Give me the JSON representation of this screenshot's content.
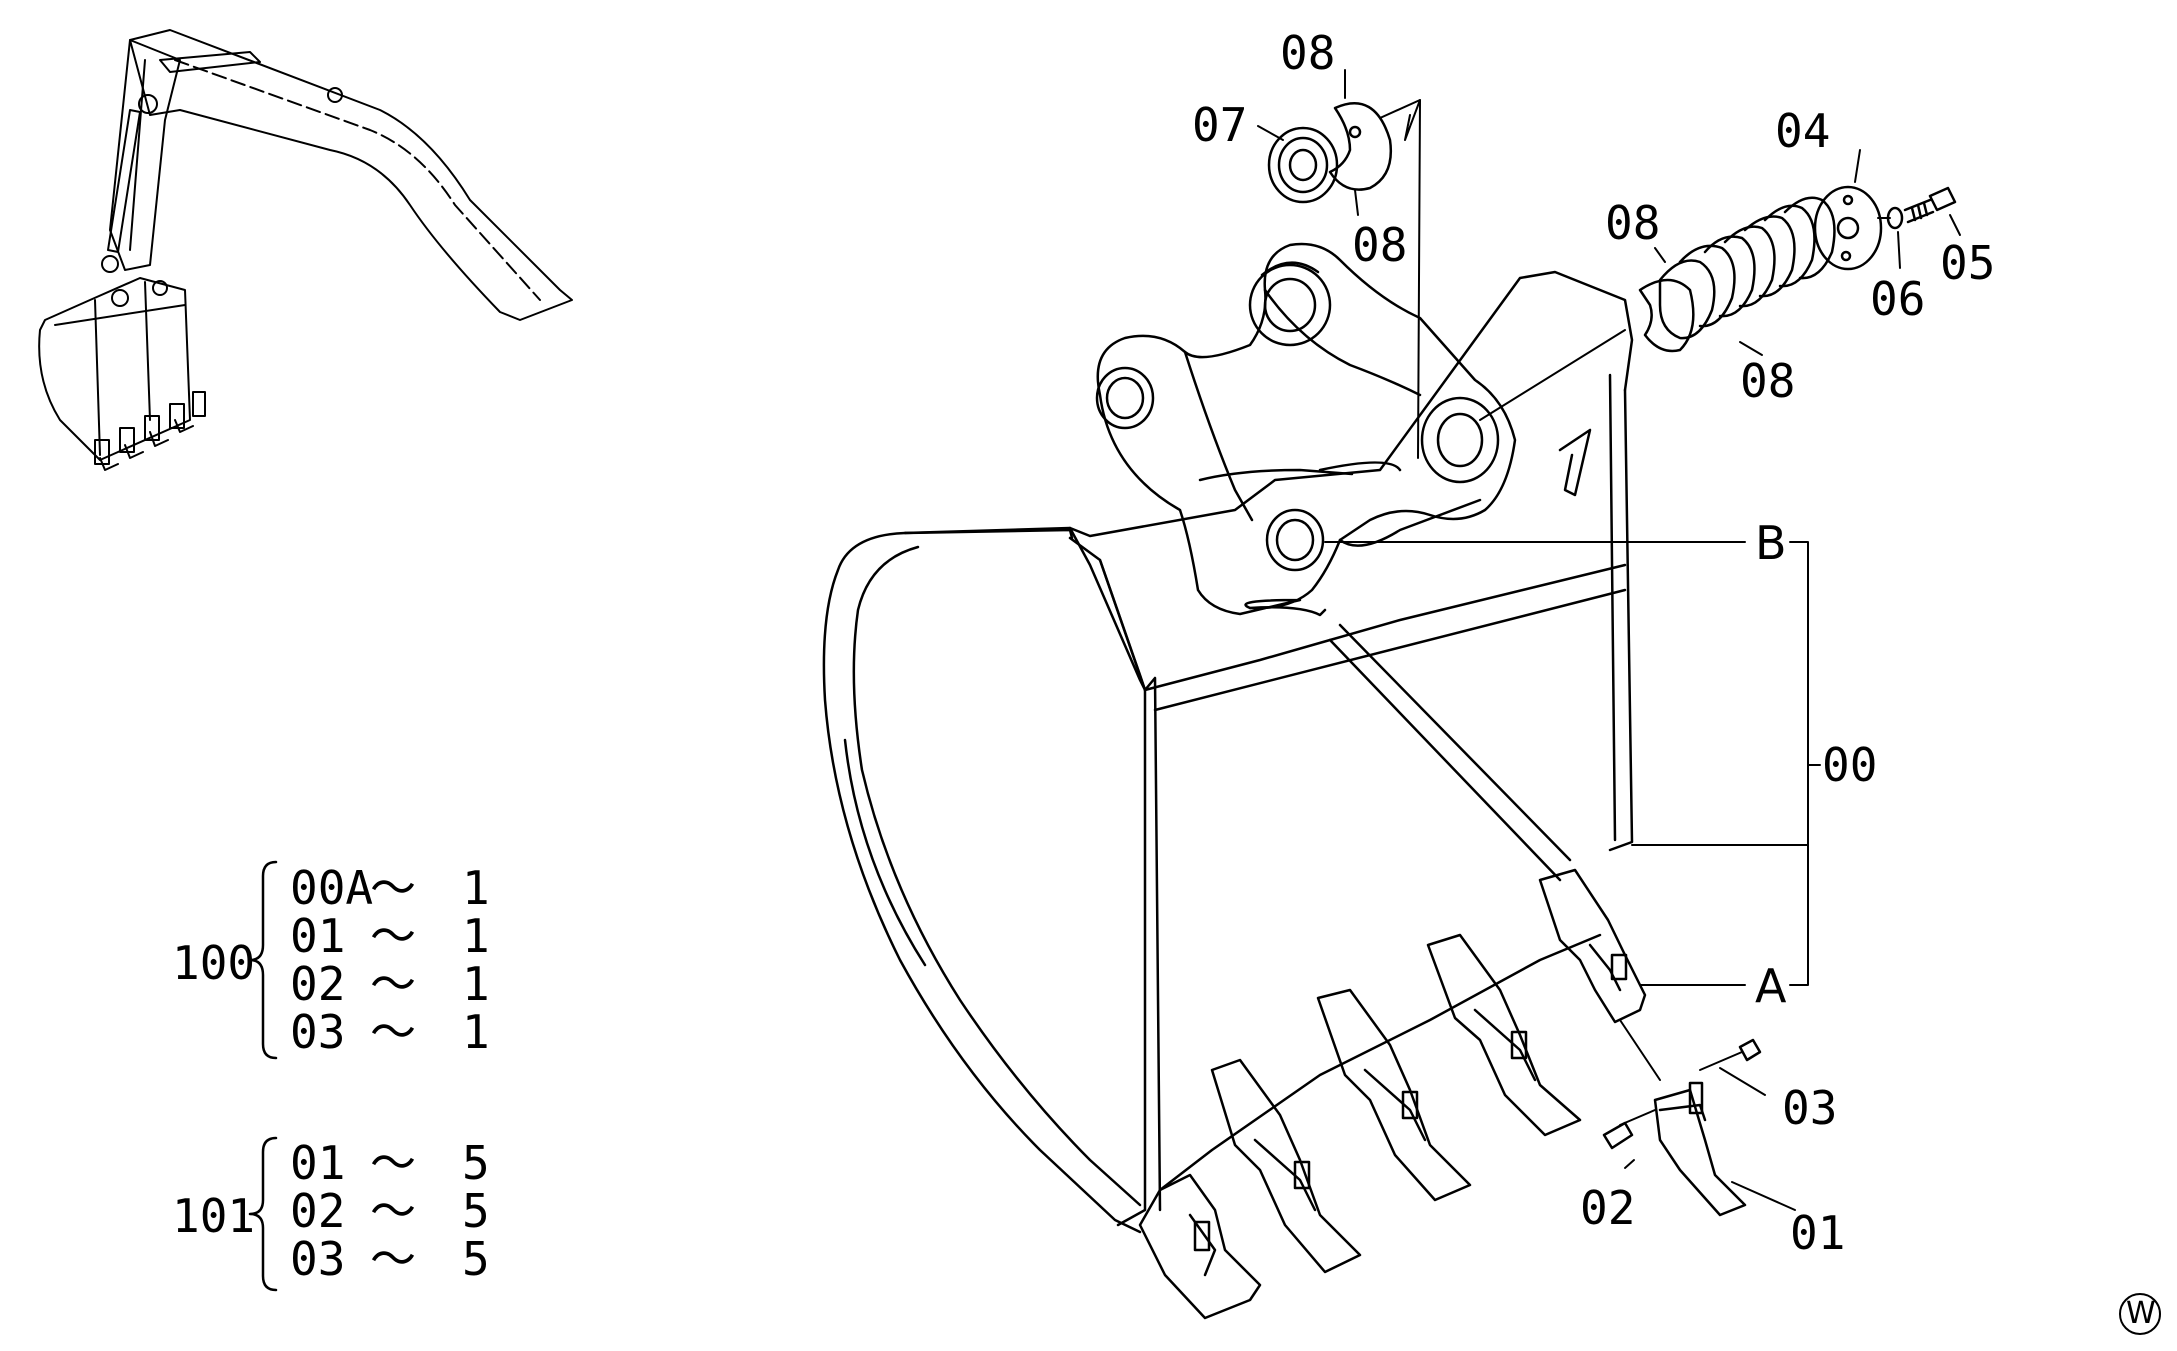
{
  "callouts": {
    "c08_top": "08",
    "c07": "07",
    "c08_mid": "08",
    "c04": "04",
    "c08_left": "08",
    "c05": "05",
    "c06": "06",
    "c08_bottom": "08",
    "cB": "B",
    "c00": "00",
    "cA": "A",
    "c03": "03",
    "c02": "02",
    "c01": "01"
  },
  "parts_list_100": {
    "group": "100",
    "rows": [
      {
        "code": "00A",
        "sep": "～",
        "qty": "1"
      },
      {
        "code": "01",
        "sep": "～",
        "qty": "1"
      },
      {
        "code": "02",
        "sep": "～",
        "qty": "1"
      },
      {
        "code": "03",
        "sep": "～",
        "qty": "1"
      }
    ]
  },
  "parts_list_101": {
    "group": "101",
    "rows": [
      {
        "code": "01",
        "sep": "～",
        "qty": "5"
      },
      {
        "code": "02",
        "sep": "～",
        "qty": "5"
      },
      {
        "code": "03",
        "sep": "～",
        "qty": "5"
      }
    ]
  },
  "mark": "W"
}
